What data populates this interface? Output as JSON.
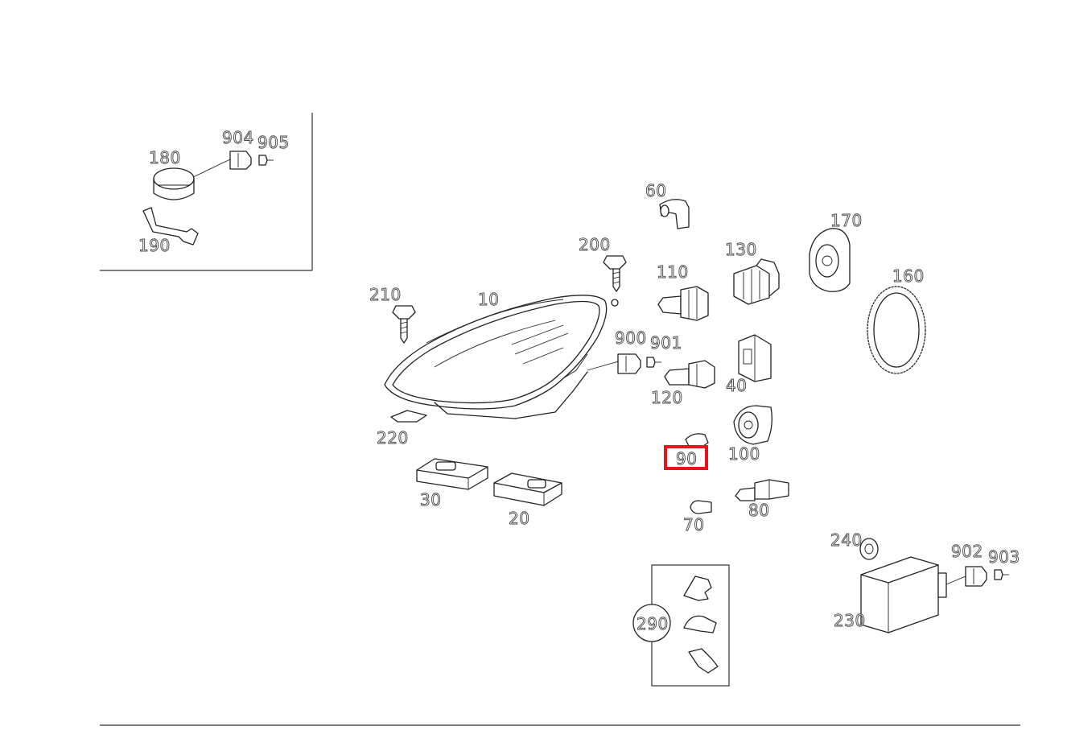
{
  "diagram": {
    "highlight_color": "#e8141b",
    "highlighted_part": "90",
    "labels": {
      "p10": "10",
      "p20": "20",
      "p30": "30",
      "p40": "40",
      "p60": "60",
      "p70": "70",
      "p80": "80",
      "p90": "90",
      "p100": "100",
      "p110": "110",
      "p120": "120",
      "p130": "130",
      "p160": "160",
      "p170": "170",
      "p180": "180",
      "p190": "190",
      "p200": "200",
      "p210": "210",
      "p220": "220",
      "p230": "230",
      "p240": "240",
      "p290": "290",
      "p900": "900",
      "p901": "901",
      "p902": "902",
      "p903": "903",
      "p904": "904",
      "p905": "905"
    }
  }
}
